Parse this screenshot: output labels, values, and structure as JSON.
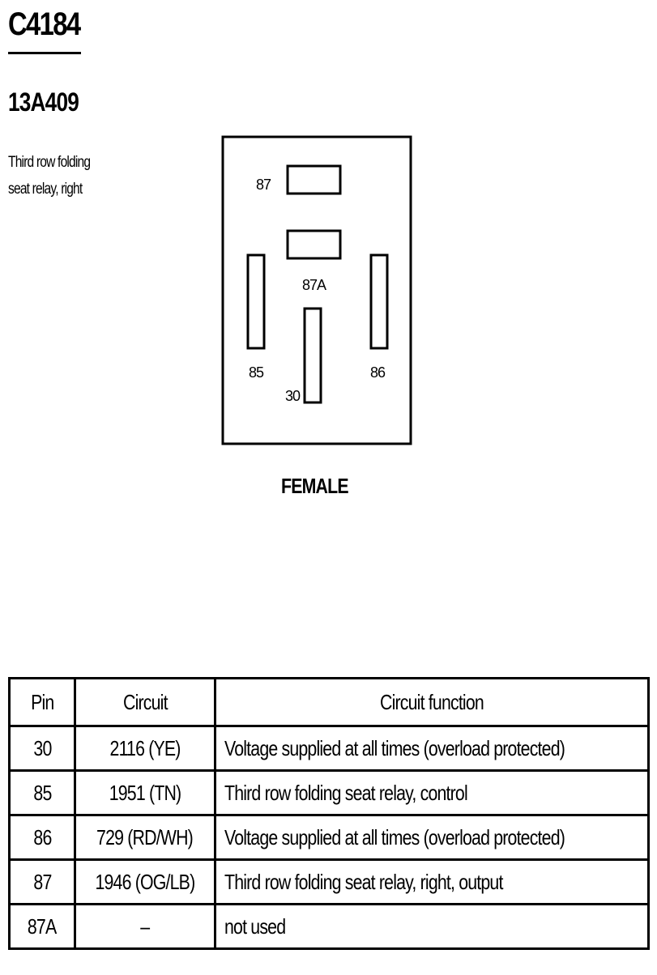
{
  "header": {
    "connector_id": "C4184",
    "part_number": "13A409",
    "description_lines": [
      "Third row folding",
      "seat relay, right"
    ]
  },
  "connector": {
    "gender": "FEMALE",
    "pins": [
      {
        "label": "87",
        "orientation": "horizontal"
      },
      {
        "label": "87A",
        "orientation": "horizontal"
      },
      {
        "label": "85",
        "orientation": "vertical"
      },
      {
        "label": "86",
        "orientation": "vertical"
      },
      {
        "label": "30",
        "orientation": "vertical"
      }
    ]
  },
  "table": {
    "headers": [
      "Pin",
      "Circuit",
      "Circuit function"
    ],
    "rows": [
      {
        "pin": "30",
        "circuit": "2116 (YE)",
        "function": "Voltage supplied at all times (overload protected)"
      },
      {
        "pin": "85",
        "circuit": "1951 (TN)",
        "function": "Third row folding seat relay, control"
      },
      {
        "pin": "86",
        "circuit": "729 (RD/WH)",
        "function": "Voltage supplied at all times (overload protected)"
      },
      {
        "pin": "87",
        "circuit": "1946 (OG/LB)",
        "function": "Third row folding seat relay, right, output"
      },
      {
        "pin": "87A",
        "circuit": "–",
        "function": "not used"
      }
    ]
  }
}
